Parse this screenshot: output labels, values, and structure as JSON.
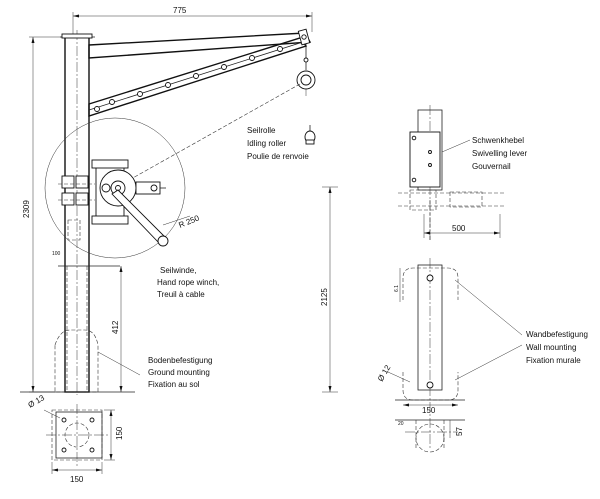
{
  "dimensions": {
    "width_775": "775",
    "height_2309": "2309",
    "height_2125": "2125",
    "radius": "R 250",
    "pole_412": "412",
    "base_150_h": "150",
    "base_150_v": "150",
    "lever_500": "500",
    "wall_150": "150",
    "wall_57": "57",
    "hole_13": "Ø 13",
    "hole_12": "Ø 12",
    "small_100": "100",
    "small_6": "6.1",
    "small_20": "20"
  },
  "labels": {
    "idler": [
      "Seilrolle",
      "Idling roller",
      "Poulie de renvoie"
    ],
    "winch": [
      "Seilwinde,",
      "Hand rope winch,",
      "Treuil à cable"
    ],
    "ground": [
      "Bodenbefestigung",
      "Ground mounting",
      "Fixation au sol"
    ],
    "lever": [
      "Schwenkhebel",
      "Swivelling lever",
      "Gouvernail"
    ],
    "wall": [
      "Wandbefestigung",
      "Wall mounting",
      "Fixation murale"
    ]
  }
}
